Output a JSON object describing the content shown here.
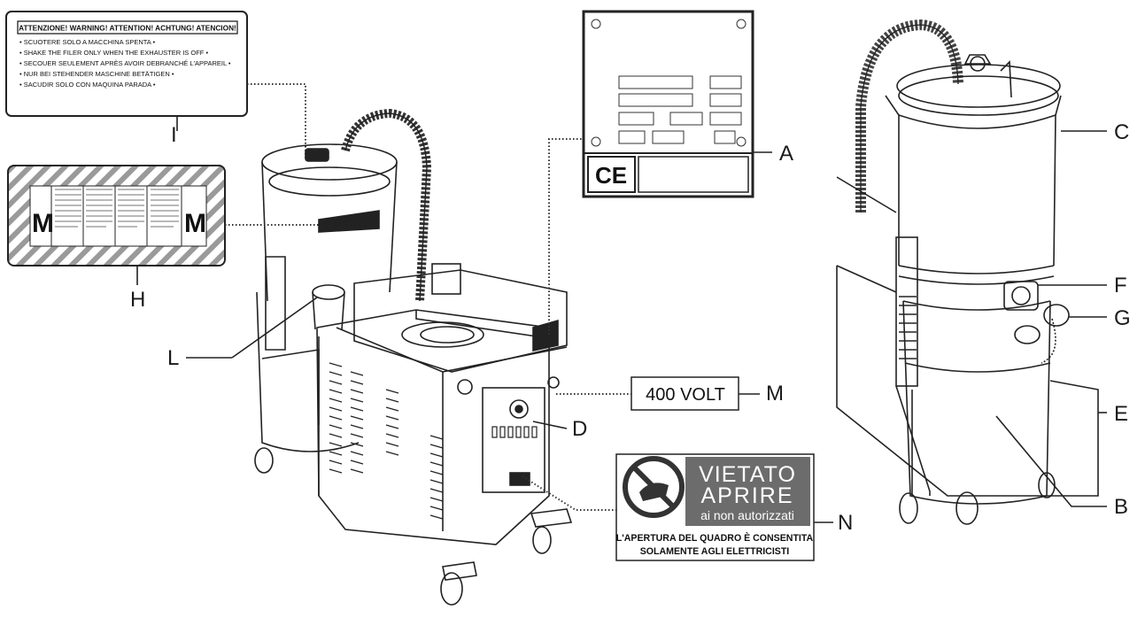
{
  "label_i": {
    "header": "ATTENZIONE! WARNING! ATTENTION! ACHTUNG! ATENCION!",
    "lines": [
      "• SCUOTERE SOLO A MACCHINA SPENTA •",
      "• SHAKE THE FILER ONLY WHEN THE EXHAUSTER IS OFF •",
      "• SECOUER SEULEMENT APRÈS AVOIR DEBRANCHÉ L'APPAREIL •",
      "• NUR BEI STEHENDER MASCHINE BETÄTIGEN •",
      "• SACUDIR SOLO CON MAQUINA PARADA •"
    ]
  },
  "label_h": {
    "left_letter": "M",
    "right_letter": "M"
  },
  "plate_a": {
    "ce_mark": "CE"
  },
  "label_m": {
    "text": "400 VOLT"
  },
  "label_n": {
    "title_1": "VIETATO",
    "title_2": "APRIRE",
    "subtitle": "ai non autorizzati",
    "footer_1": "L'APERTURA DEL QUADRO È CONSENTITA",
    "footer_2": "SOLAMENTE AGLI ELETTRICISTI"
  },
  "callouts": {
    "I": "I",
    "H": "H",
    "L": "L",
    "A": "A",
    "D": "D",
    "M": "M",
    "N": "N",
    "C": "C",
    "F": "F",
    "G": "G",
    "E": "E",
    "B": "B"
  },
  "icons": [
    "ce-mark-icon",
    "no-touch-icon"
  ]
}
